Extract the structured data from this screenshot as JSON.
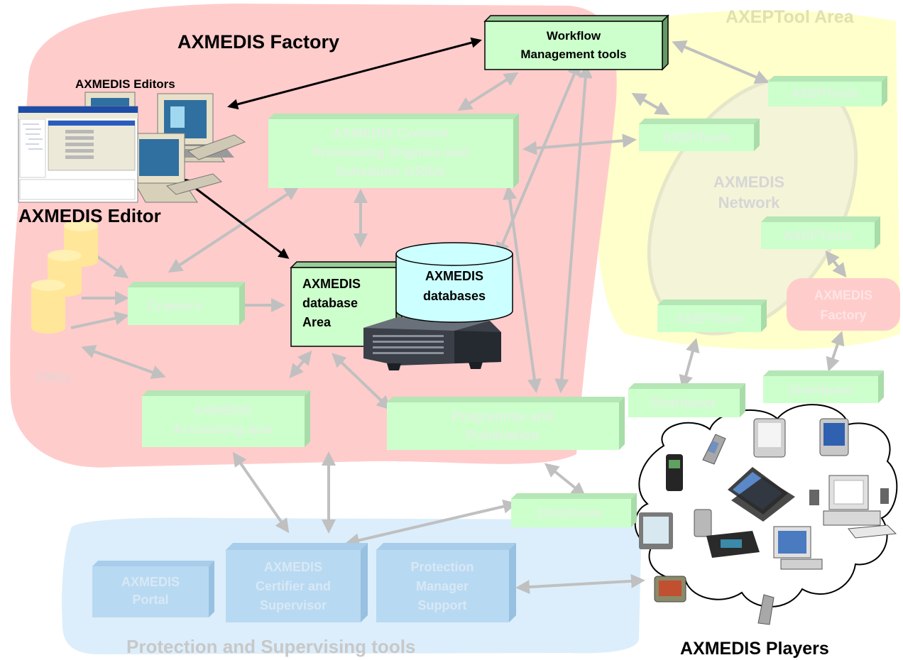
{
  "regions": {
    "factory": "AXMEDIS Factory",
    "axeptool": "AXEPTool Area",
    "protection": "Protection and Supervising tools",
    "players": "AXMEDIS Players",
    "network_line1": "AXMEDIS",
    "network_line2": "Network"
  },
  "editors": {
    "caption": "AXMEDIS Editors",
    "title": "AXMEDIS Editor"
  },
  "boxes": {
    "workflow": [
      "Workflow",
      "Management tools"
    ],
    "content": [
      "AXMEDIS Content",
      "Processing Engines and",
      "Scheduler GRIDs"
    ],
    "crawlers": [
      "Crawlers"
    ],
    "database_area": [
      "AXMEDIS",
      "database",
      "Area"
    ],
    "databases": [
      "AXMEDIS",
      "databases"
    ],
    "accounting": [
      "AXMEDIS",
      "Accounting area"
    ],
    "programme": [
      "Programme and",
      "Publication"
    ],
    "axeptools_top": [
      "AXEPTools"
    ],
    "axeptools_mid": [
      "AXEPTools"
    ],
    "axeptools_right": [
      "AXEPTools"
    ],
    "axeptools_bottom": [
      "AXEPTools"
    ],
    "factory_small": [
      "AXMEDIS",
      "Factory"
    ],
    "distributor_left": [
      "Distributor"
    ],
    "distributor_right": [
      "Distributor"
    ],
    "distributor_bottom": [
      "Distributor"
    ],
    "portal": [
      "AXMEDIS",
      "Portal"
    ],
    "certifier": [
      "AXMEDIS",
      "Certifier and",
      "Supervisor"
    ],
    "protection_manager": [
      "Protection",
      "Manager",
      "Support"
    ]
  },
  "cms_label": "CMSs",
  "colors": {
    "factory_region": "#FFCCCC",
    "axeptool_region": "#FFFFCC",
    "protection_region": "#D6EBFA",
    "box_face": "#CCFFCC",
    "box_faded_text": "#C8E4C8",
    "database_cylinder": "#CCFFFF",
    "cms_cylinder": "#FFE699",
    "arrow_gray": "#C0C0C0",
    "arrow_black": "#000000"
  }
}
